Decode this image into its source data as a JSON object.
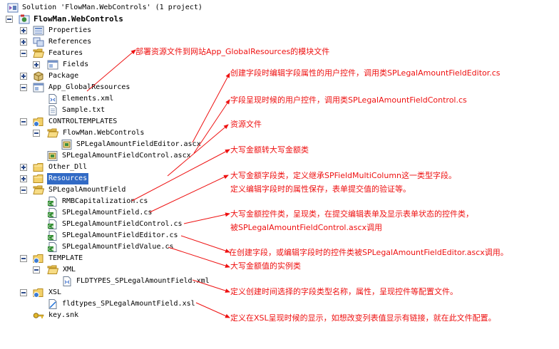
{
  "solution": {
    "title": "Solution 'FlowMan.WebControls' (1 project)",
    "project": "FlowMan.WebControls"
  },
  "tree": {
    "properties": "Properties",
    "references": "References",
    "features": "Features",
    "fields": "Fields",
    "package": "Package",
    "app_global_resources": "App_GlobalResources",
    "elements_xml": "Elements.xml",
    "sample_txt": "Sample.txt",
    "controltemplates": "CONTROLTEMPLATES",
    "ct_flowman": "FlowMan.WebControls",
    "ct_editor_ascx": "SPLegalAmountFieldEditor.ascx",
    "ct_control_ascx": "SPLegalAmountFieldControl.ascx",
    "other_dll": "Other_Dll",
    "resources": "Resources",
    "splegal_folder": "SPLegalAmountField",
    "rmb_cs": "RMBCapitalization.cs",
    "field_cs": "SPLegalAmountField.cs",
    "control_cs": "SPLegalAmountFieldControl.cs",
    "editor_cs": "SPLegalAmountFieldEditor.cs",
    "value_cs": "SPLegalAmountFieldValue.cs",
    "template": "TEMPLATE",
    "xml_folder": "XML",
    "fldtypes_xml": "FLDTYPES_SPLegalAmountField.xml",
    "xsl_folder": "XSL",
    "fldtypes_xsl": "fldtypes_SPLegalAmountField.xsl",
    "key_snk": "key.snk"
  },
  "annotations": {
    "a1": "部署资源文件到网站App_GlobalResources的模块文件",
    "a2": "创建字段时编辑字段属性的用户控件，调用类SPLegalAmountFieldEditor.cs",
    "a3": "字段呈现时候的用户控件，调用类SPLegalAmountFieldControl.cs",
    "a4": "资源文件",
    "a5": "大写金额转大写金额类",
    "a6_line1": "大写金额字段类，定义继承SPFieldMultiColumn这一类型字段。",
    "a6_line2": "定义编辑字段时的属性保存，表单提交值的验证等。",
    "a7_line1": "大写金额控件类，呈现类，在提交编辑表单及显示表单状态的控件类，",
    "a7_line2": "被SPLegalAmountFieldControl.ascx调用",
    "a8": "在创建字段，或编辑字段时的控件类被SPLegalAmountFieldEditor.ascx调用。",
    "a9": "大写金额值的实例类",
    "a10": "定义创建时间选择的字段类型名称，属性，呈现控件等配置文件。",
    "a11": "定义在XSL呈现时候的显示，如想改变列表值显示有链接，就在此文件配置。"
  },
  "colors": {
    "annotation": "#ee1111",
    "selection": "#316ac5",
    "folder": "#f3d16a"
  }
}
